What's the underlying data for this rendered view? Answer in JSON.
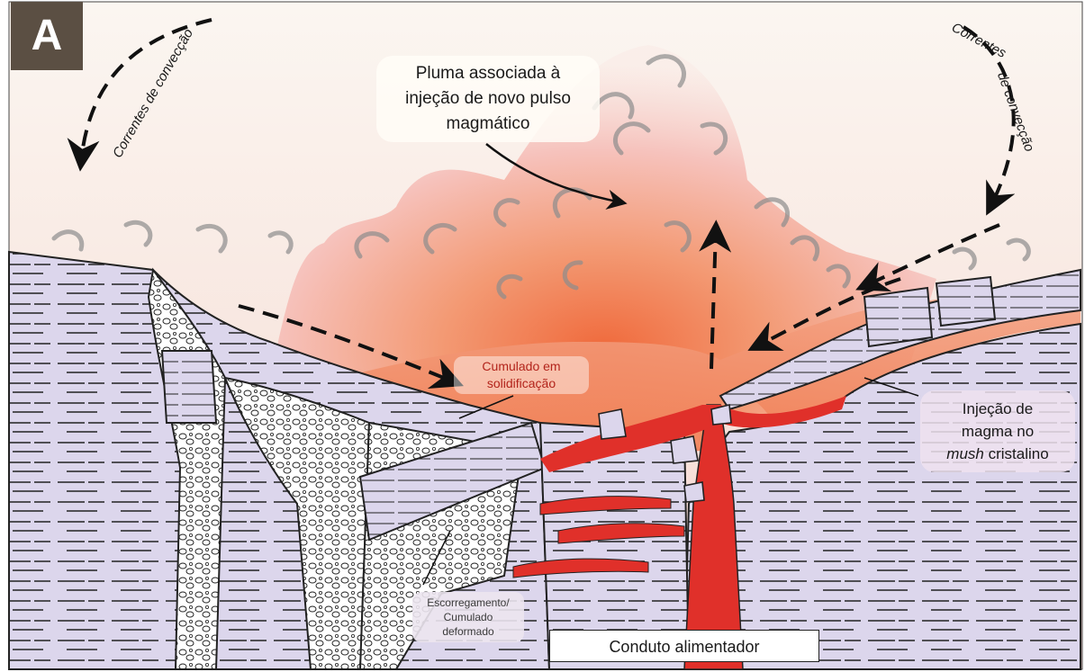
{
  "panel_label": "A",
  "labels": {
    "convection_left": "Correntes de convecção",
    "convection_right_1": "Correntes",
    "convection_right_2": "de convecção",
    "plume_line1": "Pluma associada à",
    "plume_line2": "injeção de novo pulso",
    "plume_line3": "magmático",
    "cumulado_line1": "Cumulado em",
    "cumulado_line2": "solidificação",
    "injection_line1": "Injeção de",
    "injection_line2": "magma no",
    "injection_italic": "mush",
    "injection_line3_rest": " cristalino",
    "slump_line1": "Escorregamento/",
    "slump_line2": "Cumulado",
    "slump_line3": "deformado",
    "conduit": "Conduto alimentador"
  },
  "colors": {
    "panel_bg": "#5b4f43",
    "crust": "#dcd6ec",
    "magma_red": "#e0302a",
    "magma_orange": "#f07a4e",
    "plume_pink": "#f6c8c4",
    "cumulado_text": "#b3241b"
  }
}
